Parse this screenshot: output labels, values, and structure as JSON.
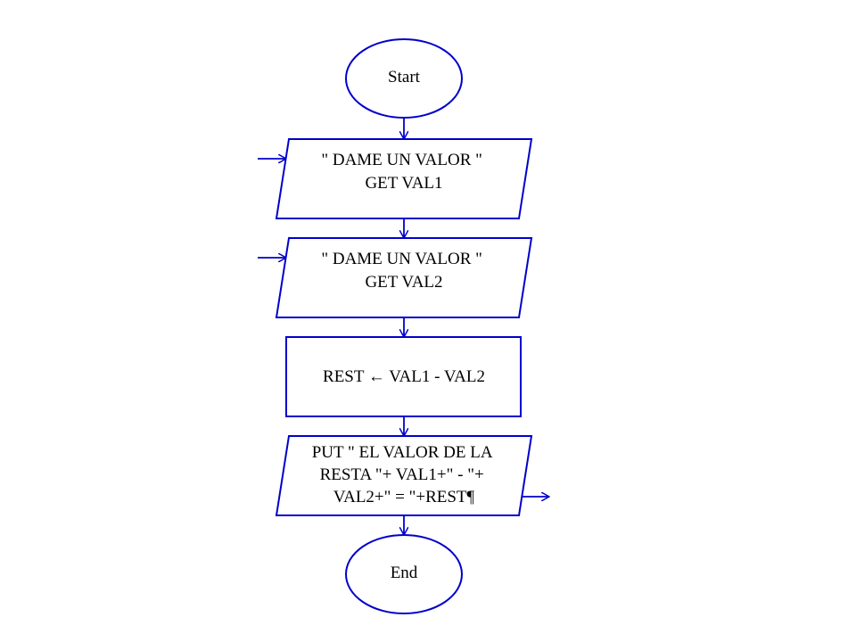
{
  "colors": {
    "stroke": "#0000cc",
    "text": "#000000",
    "background": "#ffffff"
  },
  "nodes": {
    "start": {
      "shape": "ellipse",
      "lines": [
        "Start"
      ]
    },
    "input1": {
      "shape": "parallelogram",
      "lines": [
        "\" DAME UN VALOR \"",
        "GET VAL1"
      ]
    },
    "input2": {
      "shape": "parallelogram",
      "lines": [
        "\" DAME UN VALOR \"",
        "GET VAL2"
      ]
    },
    "process": {
      "shape": "rectangle",
      "lines": [
        "REST ← VAL1  -  VAL2"
      ]
    },
    "output": {
      "shape": "parallelogram",
      "lines": [
        "PUT \" EL VALOR DE LA",
        "RESTA \"+ VAL1+\"  -  \"+",
        "VAL2+\" = \"+REST¶"
      ]
    },
    "end": {
      "shape": "ellipse",
      "lines": [
        "End"
      ]
    }
  },
  "edges": [
    {
      "from": "start",
      "to": "input1"
    },
    {
      "from": "input1",
      "to": "input2"
    },
    {
      "from": "input2",
      "to": "process"
    },
    {
      "from": "process",
      "to": "output"
    },
    {
      "from": "output",
      "to": "end"
    }
  ],
  "io_markers": {
    "input1": "input-arrow",
    "input2": "input-arrow",
    "output": "output-arrow"
  }
}
